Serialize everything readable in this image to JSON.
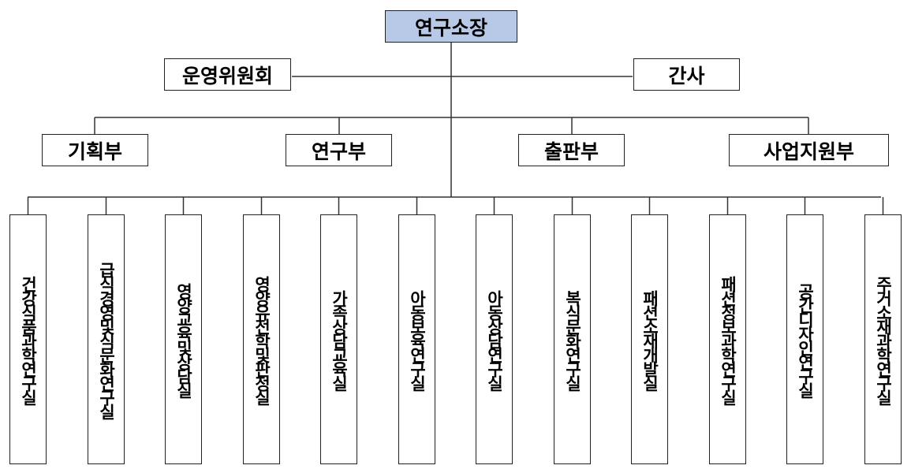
{
  "top": "연구소장",
  "committee": "운영위원회",
  "secretary": "간사",
  "departments": [
    "기획부",
    "연구부",
    "출판부",
    "사업지원부"
  ],
  "labs": [
    "건강식품과학연구실",
    "급식경영및식문화연구실",
    "영양교육및상담실",
    "영양유전학및판정실",
    "가족상담교육실",
    "아동보육연구실",
    "아동상담연구실",
    "복식문화연구실",
    "패션소재개발실",
    "패션정보과학연구실",
    "공간디자인연구실",
    "주거소재과학연구실"
  ],
  "colors": {
    "top_fill": "#b8c9e8",
    "border": "#222222",
    "line": "#333333"
  }
}
